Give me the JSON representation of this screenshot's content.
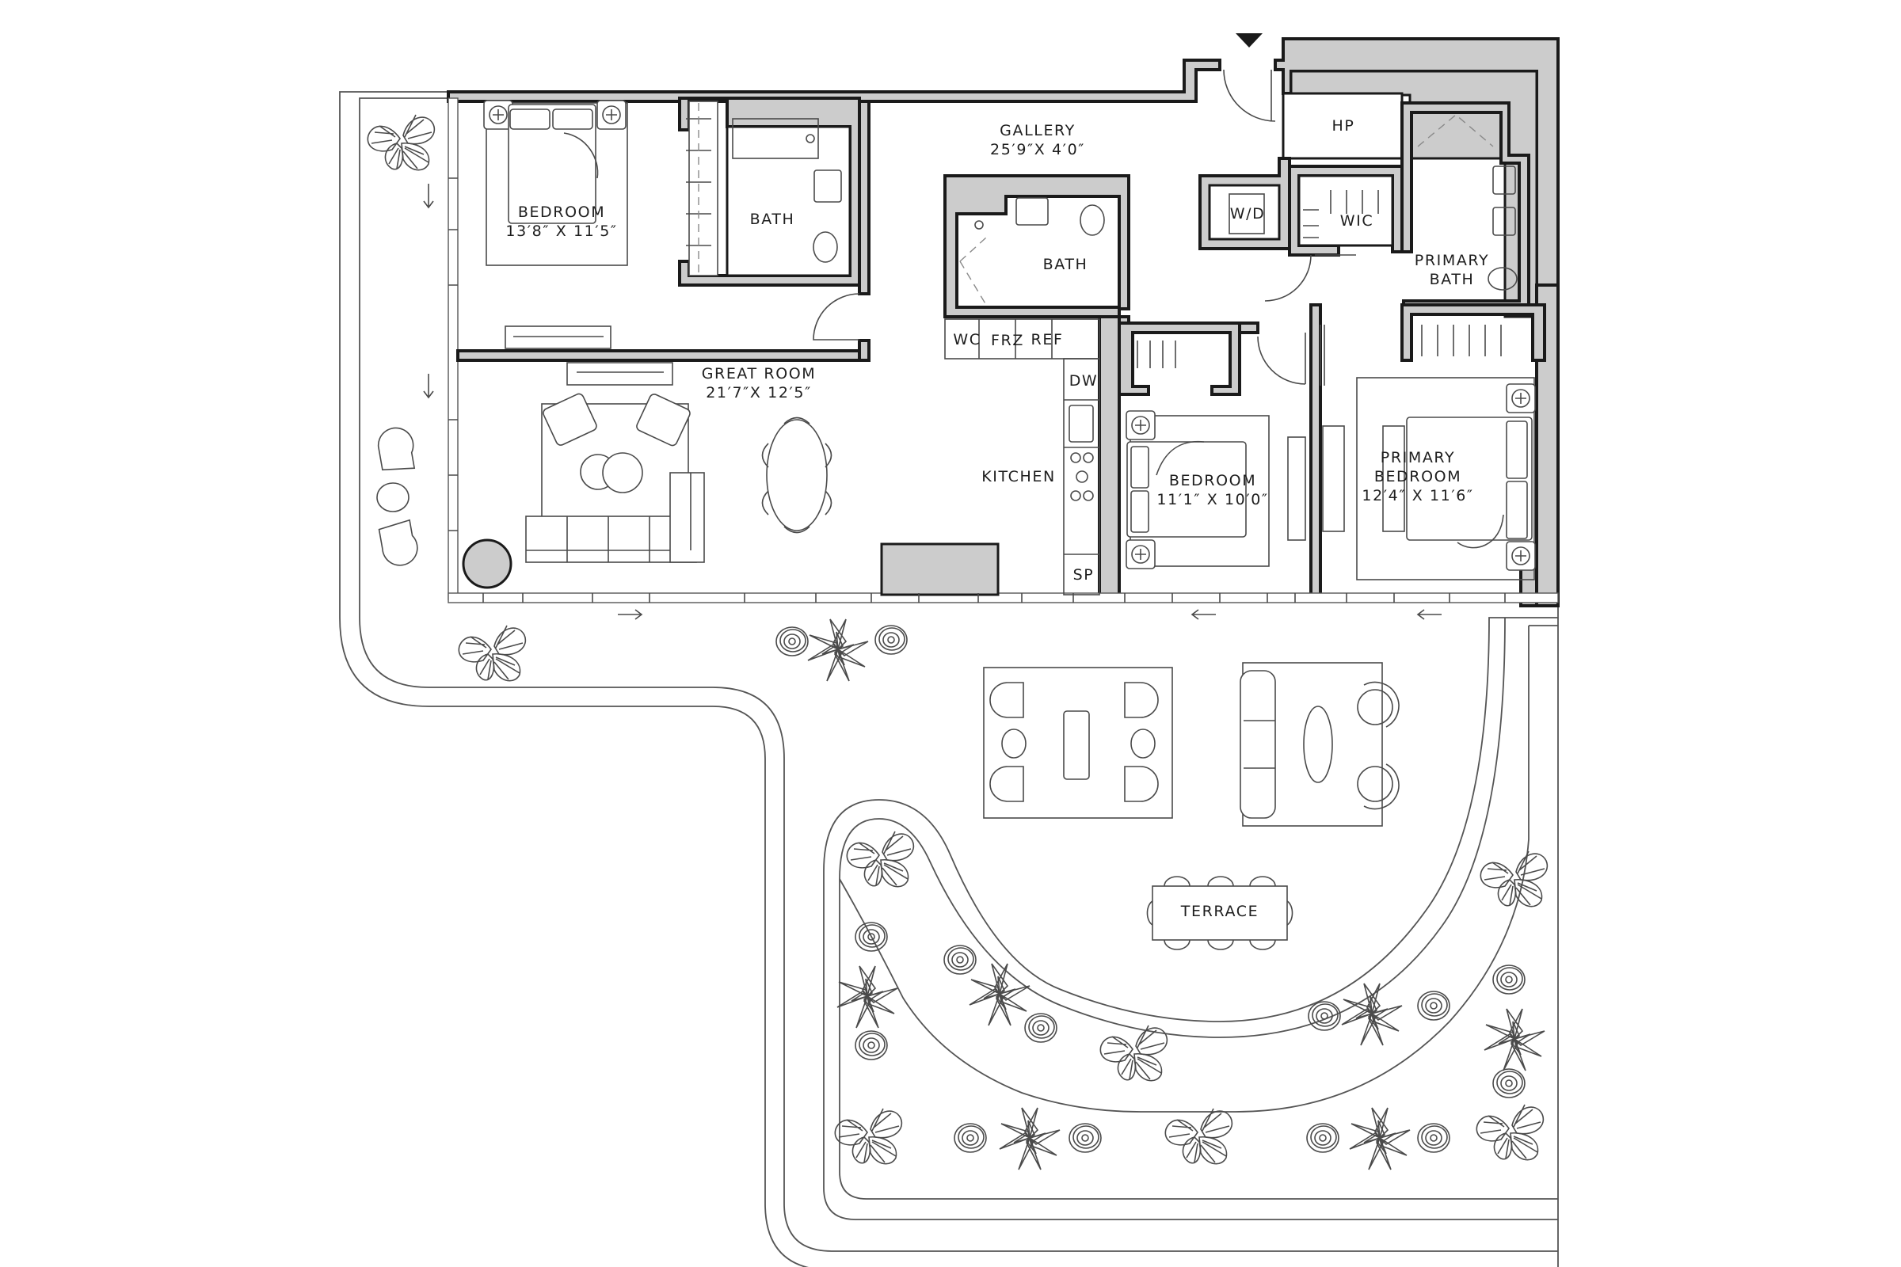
{
  "plan": {
    "rooms": {
      "bedroom_2": {
        "name": "BEDROOM",
        "dims": "13′8″ X 11′5″"
      },
      "bath_2": {
        "name": "BATH"
      },
      "gallery": {
        "name": "GALLERY",
        "dims": "25′9″X 4′0″"
      },
      "bath_3": {
        "name": "BATH"
      },
      "great_room": {
        "name": "GREAT ROOM",
        "dims": "21′7″X 12′5″"
      },
      "kitchen": {
        "name": "KITCHEN"
      },
      "bedroom_3": {
        "name": "BEDROOM",
        "dims": "11′1″ X 10′0″"
      },
      "laundry": {
        "name": "W/D"
      },
      "hp": {
        "name": "HP"
      },
      "wic": {
        "name": "WIC"
      },
      "primary_bath": {
        "line1": "PRIMARY",
        "line2": "BATH"
      },
      "primary_bedroom": {
        "line1": "PRIMARY",
        "line2": "BEDROOM",
        "dims": "12′4″ X 11′6″"
      },
      "terrace": {
        "name": "TERRACE"
      }
    },
    "appliances": {
      "wc": "WC",
      "frz": "FRZ",
      "ref": "REF",
      "dw": "DW",
      "sp": "SP"
    },
    "symbols": {
      "entry": "entry-triangle",
      "sliding_doors": [
        "arrow-down",
        "arrow-down",
        "arrow-right",
        "arrow-left",
        "arrow-left"
      ]
    },
    "colors": {
      "wall_fill": "#cccccc",
      "wall_stroke": "#1a1a1a",
      "line": "#4a4a4a",
      "background": "#ffffff"
    }
  }
}
